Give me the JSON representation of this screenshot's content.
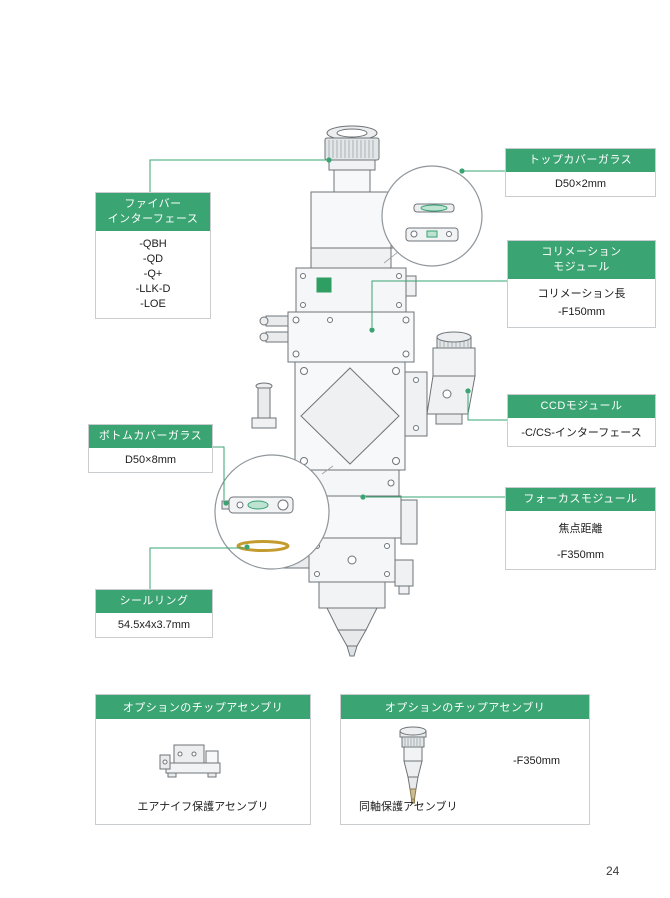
{
  "page": {
    "number": "24"
  },
  "colors": {
    "accent_green": "#3aa473",
    "seal_ring_gold": "#c39b2e",
    "drawing_gray": "#6e7478"
  },
  "callouts": {
    "top_cover": {
      "title": "トップカバーガラス",
      "value": "D50×2mm"
    },
    "fiber": {
      "title_line1": "ファイバー",
      "title_line2": "インターフェース",
      "items": [
        "-QBH",
        "-QD",
        "-Q+",
        "-LLK-D",
        "-LOE"
      ]
    },
    "collimation": {
      "title_line1": "コリメーション",
      "title_line2": "モジュール",
      "line1": "コリメーション長",
      "line2": "-F150mm"
    },
    "ccd": {
      "title": "CCDモジュール",
      "value": "-C/CS-インターフェース"
    },
    "bottom_cover": {
      "title": "ボトムカバーガラス",
      "value": "D50×8mm"
    },
    "focus": {
      "title": "フォーカスモジュール",
      "line1": "焦点距離",
      "line2": "-F350mm"
    },
    "seal_ring": {
      "title": "シールリング",
      "value": "54.5x4x3.7mm"
    },
    "option_air_knife": {
      "title": "オプションのチップアセンブリ",
      "caption": "エアナイフ保護アセンブリ"
    },
    "option_coaxial": {
      "title": "オプションのチップアセンブリ",
      "caption": "同軸保護アセンブリ",
      "spec": "-F350mm"
    }
  }
}
